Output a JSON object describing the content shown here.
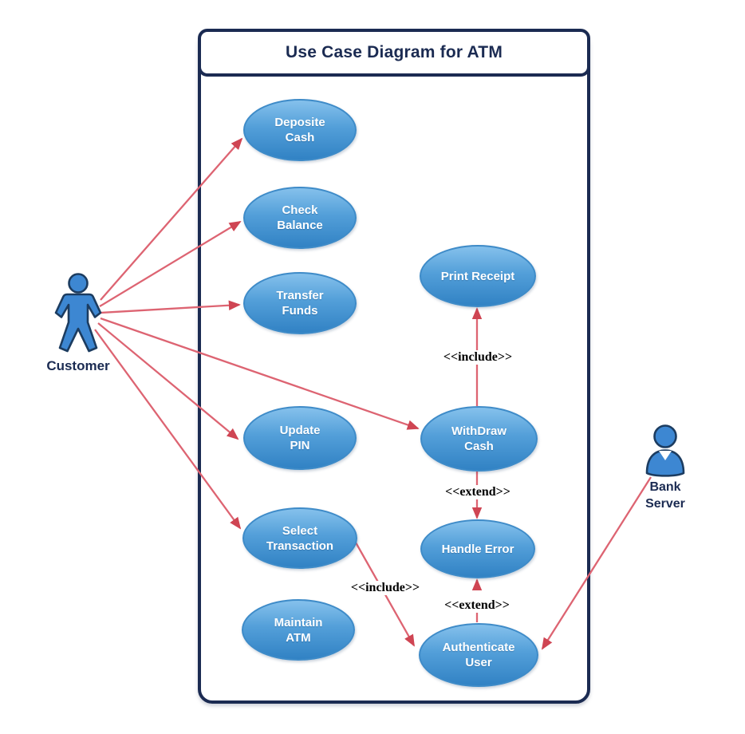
{
  "diagram": {
    "title": "Use Case Diagram for ATM"
  },
  "actors": {
    "customer": {
      "label": "Customer",
      "icon": "person-icon"
    },
    "bank_server": {
      "line1": "Bank",
      "line2": "Server",
      "icon": "person-bust-icon"
    }
  },
  "use_cases": {
    "deposite_cash": {
      "line1": "Deposite",
      "line2": "Cash"
    },
    "check_balance": {
      "line1": "Check",
      "line2": "Balance"
    },
    "transfer_funds": {
      "line1": "Transfer",
      "line2": "Funds"
    },
    "print_receipt": {
      "line1": "Print Receipt",
      "line2": ""
    },
    "update_pin": {
      "line1": "Update",
      "line2": "PIN"
    },
    "withdraw_cash": {
      "line1": "WithDraw",
      "line2": "Cash"
    },
    "select_transaction": {
      "line1": "Select",
      "line2": "Transaction"
    },
    "handle_error": {
      "line1": "Handle Error",
      "line2": ""
    },
    "maintain_atm": {
      "line1": "Maintain",
      "line2": "ATM"
    },
    "authenticate_user": {
      "line1": "Authenticate",
      "line2": "User"
    }
  },
  "edge_labels": {
    "include_print_receipt": "<<include>>",
    "extend_handle_error": "<<extend>>",
    "extend_authenticate": "<<extend>>",
    "include_authenticate": "<<include>>"
  },
  "colors": {
    "arrow": "#dd6472",
    "arrowhead": "#cf4553",
    "navy": "#1b2b52",
    "ellipse_top": "#85c1ec",
    "ellipse_mid": "#539fd9",
    "ellipse_bottom": "#3182c4",
    "ellipse_border": "#3e8bc8",
    "actor_fill": "#3d87d2",
    "actor_outline": "#1c3c60",
    "label_text": "#ffffff"
  }
}
